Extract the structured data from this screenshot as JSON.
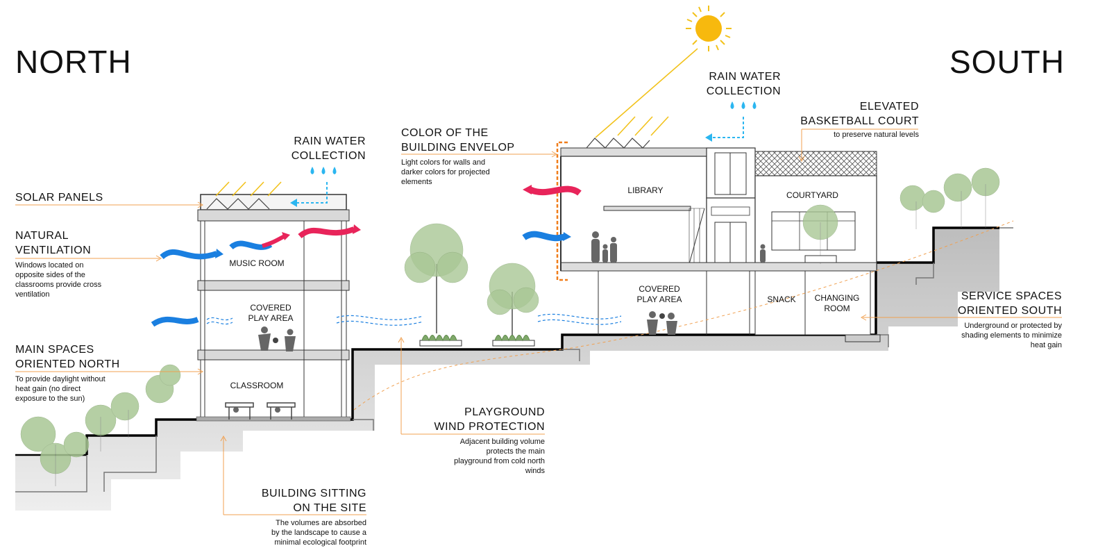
{
  "orientation": {
    "north": "NORTH",
    "south": "SOUTH"
  },
  "labels": {
    "rain_left": [
      "RAIN WATER",
      "COLLECTION"
    ],
    "rain_right": [
      "RAIN WATER",
      "COLLECTION"
    ],
    "solar": "SOLAR PANELS",
    "ventilation": {
      "title": [
        "NATURAL",
        "VENTILATION"
      ],
      "text": [
        "Windows located on",
        "opposite sides of the",
        "classrooms provide cross",
        "ventilation"
      ]
    },
    "main_spaces": {
      "title": [
        "MAIN SPACES",
        "ORIENTED NORTH"
      ],
      "text": [
        "To provide daylight without",
        "heat gain (no direct",
        "exposure to the sun)"
      ]
    },
    "envelope": {
      "title": [
        "COLOR OF THE",
        "BUILDING ENVELOP"
      ],
      "text": [
        "Light colors for walls and",
        "darker colors for projected",
        "elements"
      ]
    },
    "basketball": {
      "title": [
        "ELEVATED",
        "BASKETBALL COURT"
      ],
      "text": "to  preserve natural levels"
    },
    "service": {
      "title": [
        "SERVICE SPACES",
        "ORIENTED SOUTH"
      ],
      "text": [
        "Underground or protected by",
        "shading elements to minimize",
        "heat gain"
      ]
    },
    "playground": {
      "title": [
        "PLAYGROUND",
        "WIND PROTECTION"
      ],
      "text": [
        "Adjacent building volume",
        "protects the main",
        "playground from cold north",
        "winds"
      ]
    },
    "sitting": {
      "title": [
        "BUILDING SITTING",
        "ON THE SITE"
      ],
      "text": [
        "The volumes are absorbed",
        "by the landscape to cause a",
        "minimal ecological footprint"
      ]
    }
  },
  "rooms": {
    "music": "MUSIC ROOM",
    "covered_left": [
      "COVERED",
      "PLAY AREA"
    ],
    "classroom": "CLASSROOM",
    "library": "LIBRARY",
    "courtyard": "COURTYARD",
    "covered_right": [
      "COVERED",
      "PLAY AREA"
    ],
    "snack": "SNACK",
    "changing": [
      "CHANGING",
      "ROOM"
    ]
  },
  "colors": {
    "leader": "#f0a050",
    "warm_air": "#e8245a",
    "cool_air": "#1a7fe0",
    "rain": "#2bb6f0",
    "sun": "#f7b90e",
    "sun_ray": "#f2c21b",
    "envelope": "#f07d1a",
    "tree": "#9fbf8a",
    "ground": "#c8c8c8"
  }
}
